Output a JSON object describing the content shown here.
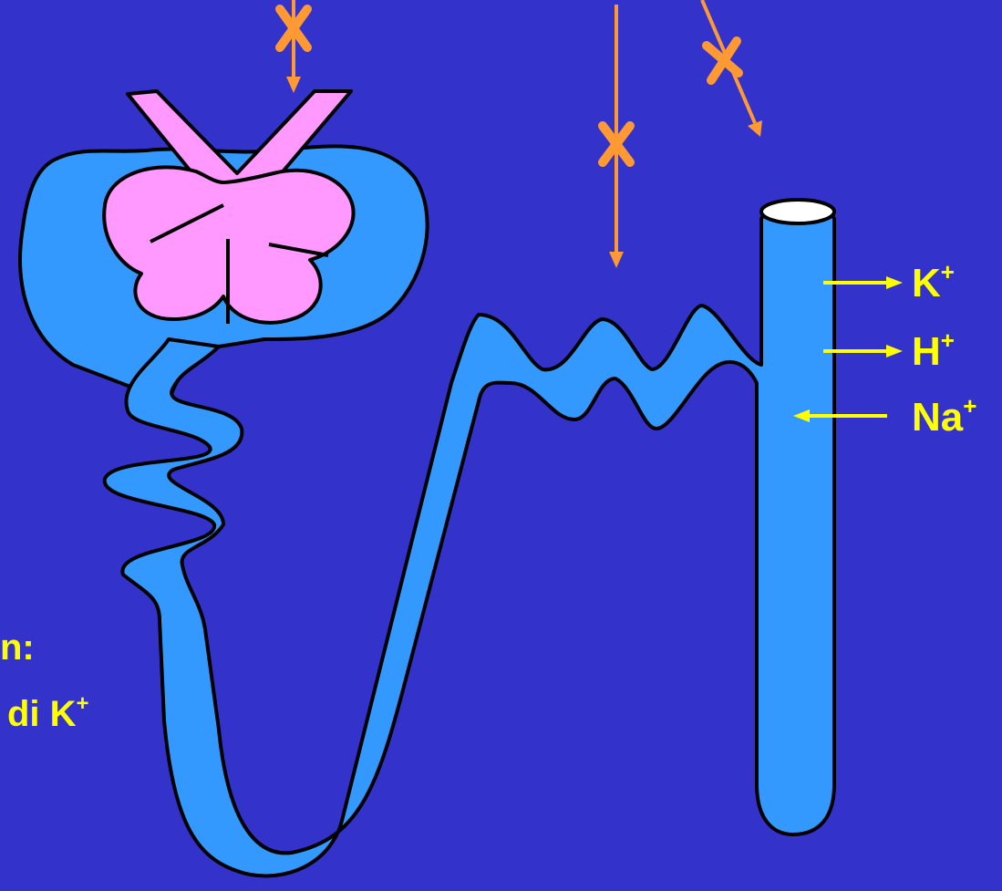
{
  "ions": {
    "k": {
      "base": "K",
      "charge": "+"
    },
    "h": {
      "base": "H",
      "charge": "+"
    },
    "na": {
      "base": "Na",
      "charge": "+"
    }
  },
  "caption": {
    "line1": "n:",
    "line2_text": "di K",
    "line2_charge": "+"
  },
  "colors": {
    "background": "#3333CC",
    "tubule": "#3399FF",
    "glomerulus": "#FF99FF",
    "arrow_blocked": "#FF9933",
    "ion_arrow": "#FFFF00",
    "outline": "#000000"
  }
}
